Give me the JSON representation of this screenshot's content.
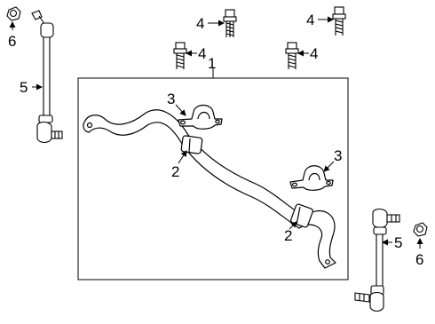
{
  "diagram": {
    "callouts": {
      "c1": "1",
      "c2a": "2",
      "c2b": "2",
      "c3a": "3",
      "c3b": "3",
      "c4a": "4",
      "c4b": "4",
      "c4c": "4",
      "c4d": "4",
      "c5a": "5",
      "c5b": "5",
      "c6a": "6",
      "c6b": "6"
    },
    "colors": {
      "line": "#000000",
      "background": "#ffffff"
    }
  }
}
